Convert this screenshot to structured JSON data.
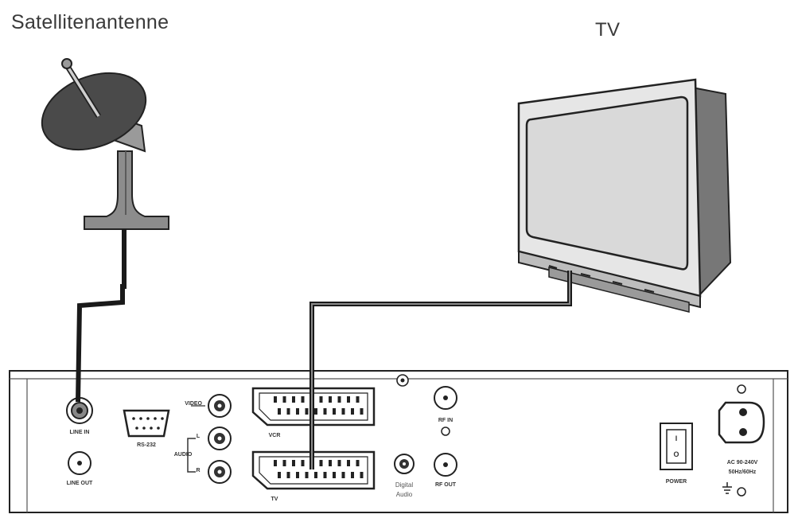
{
  "labels": {
    "satellite": "Satellitenantenne",
    "tv": "TV"
  },
  "receiver": {
    "line_in": "LINE IN",
    "line_out": "LINE OUT",
    "rs232": "RS-232",
    "video": "VIDEO",
    "audio": "AUDIO",
    "audio_l": "L",
    "audio_r": "R",
    "vcr": "VCR",
    "tv": "TV",
    "digital": "Digital",
    "audio_word": "Audio",
    "rf_in": "RF IN",
    "rf_out": "RF OUT",
    "power": "POWER",
    "ac_line1": "AC 90-240V",
    "ac_line2": "50Hz/60Hz",
    "switch_on": "I",
    "switch_off": "O"
  },
  "colors": {
    "line": "#222222",
    "dish": "#4a4a4a",
    "stand": "#8c8c8c",
    "tv_body": "#e6e6e6",
    "tv_screen": "#d9d9d9",
    "cable": "#1a1a1a"
  }
}
